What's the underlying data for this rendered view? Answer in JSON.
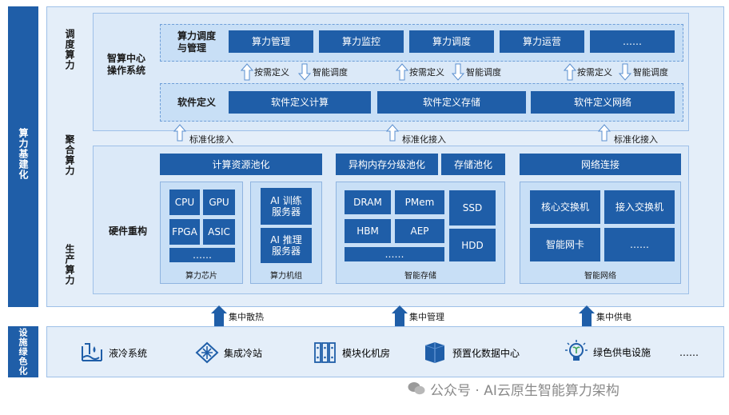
{
  "left_bar": {
    "top_label": "算力基建化",
    "bottom_label": "设施绿色化"
  },
  "rows": {
    "scheduling": "调度算力",
    "aggregation": "聚合算力",
    "production": "生产算力"
  },
  "os": {
    "title": "智算中心操作系统",
    "mgmt_label": "算力调度与管理",
    "mgmt_items": [
      "算力管理",
      "算力监控",
      "算力调度",
      "算力运营",
      "……"
    ],
    "sw_label": "软件定义",
    "sw_items": [
      "软件定义计算",
      "软件定义存储",
      "软件定义网络"
    ],
    "arrow_up": "按需定义",
    "arrow_down": "智能调度"
  },
  "std_access": "标准化接入",
  "hardware": {
    "title": "硬件重构",
    "compute_pool": "计算资源池化",
    "storage_pool": "异构内存分级池化",
    "storage_pool2": "存储池化",
    "network": "网络连接",
    "chips": [
      "CPU",
      "GPU",
      "FPGA",
      "ASIC",
      "……"
    ],
    "chips_caption": "算力芯片",
    "machines": [
      "AI 训练服务器",
      "AI 推理服务器"
    ],
    "machines_caption": "算力机组",
    "memory": [
      "DRAM",
      "PMem",
      "HBM",
      "AEP",
      "……"
    ],
    "disks": [
      "SSD",
      "HDD"
    ],
    "storage_caption": "智能存储",
    "net_items": [
      "核心交换机",
      "接入交换机",
      "智能网卡",
      "……"
    ],
    "net_caption": "智能网络"
  },
  "central": [
    "集中散热",
    "集中管理",
    "集中供电"
  ],
  "facilities": [
    {
      "label": "液冷系统",
      "icon": "liquid-cooling-icon"
    },
    {
      "label": "集成冷站",
      "icon": "snowflake-icon"
    },
    {
      "label": "模块化机房",
      "icon": "server-rack-icon"
    },
    {
      "label": "预置化数据中心",
      "icon": "cube-icon"
    },
    {
      "label": "绿色供电设施",
      "icon": "bulb-icon"
    },
    {
      "label": "……",
      "icon": ""
    }
  ],
  "watermark": "公众号 · AI云原生智能算力架构",
  "colors": {
    "primary": "#1f5ea8",
    "panel": "#dbe9f8",
    "inner": "#c8dff6"
  }
}
